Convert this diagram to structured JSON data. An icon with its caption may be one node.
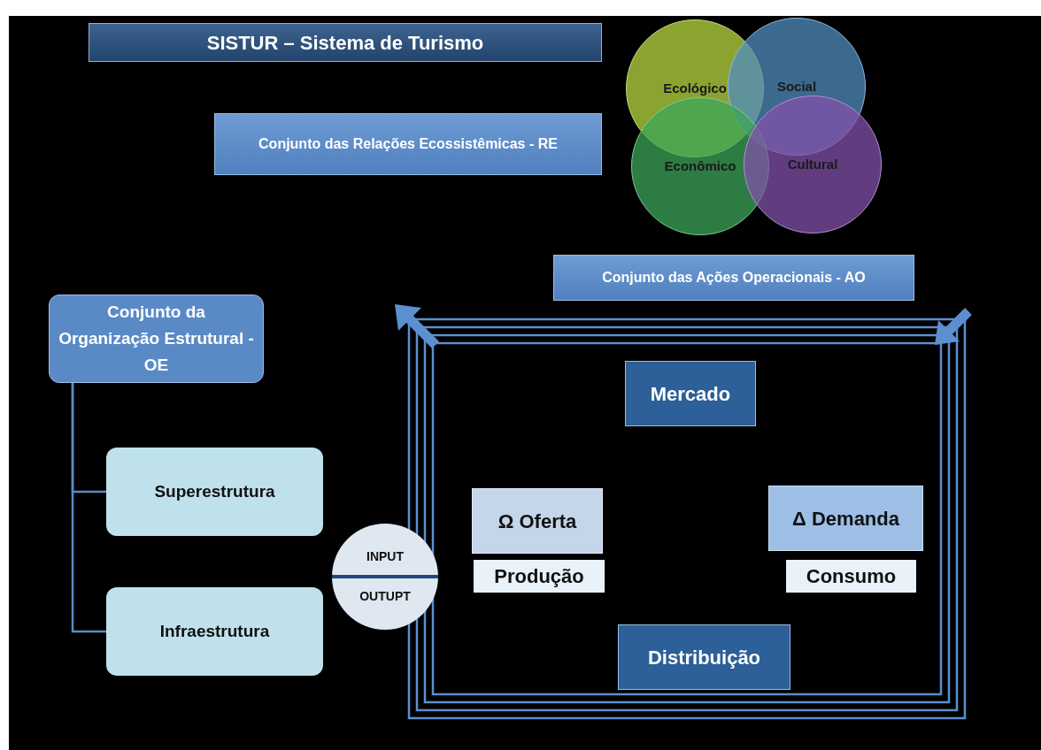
{
  "diagram": {
    "nodes": [
      {
        "text": [
          "SISTUR – Sistema de Turismo"
        ]
      },
      {
        "text": [
          "Conjunto das Relações Ecossistêmicas - RE"
        ]
      },
      {
        "text": [
          "Ecológico"
        ]
      },
      {
        "text": [
          "Social"
        ]
      },
      {
        "text": [
          "Econômico"
        ]
      },
      {
        "text": [
          "Cultural"
        ]
      },
      {
        "text": [
          "Conjunto das Ações Operacionais - AO"
        ]
      },
      {
        "text": [
          "Conjunto da Organização Estrutural - OE"
        ]
      },
      {
        "text": [
          "Superestrutura"
        ]
      },
      {
        "text": [
          "Infraestrutura"
        ]
      },
      {
        "text": [
          "INPUT",
          "OUTUPT"
        ]
      },
      {
        "text": [
          "Mercado"
        ]
      },
      {
        "text": [
          "Ω Oferta"
        ]
      },
      {
        "text": [
          "Δ Demanda"
        ]
      },
      {
        "text": [
          "Produção"
        ]
      },
      {
        "text": [
          "Consumo"
        ]
      },
      {
        "text": [
          "Distribuição"
        ]
      }
    ],
    "edges": [
      {
        "from": 7,
        "to": 8,
        "arrow": "none"
      },
      {
        "from": 7,
        "to": 9,
        "arrow": "none"
      }
    ]
  }
}
